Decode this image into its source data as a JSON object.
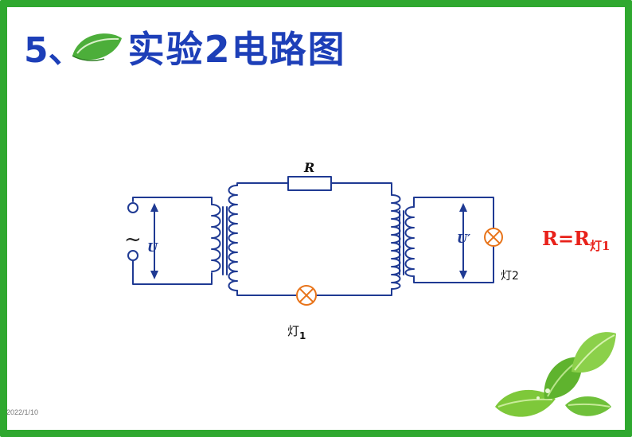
{
  "slide": {
    "title_number": "5、",
    "title_text": "实验2电路图",
    "date": "2022/1/10"
  },
  "circuit": {
    "resistor_label": "R",
    "source_symbol": "~",
    "primary_voltage_label": "U",
    "secondary_voltage_label": "U′",
    "lamp1_label": "灯",
    "lamp1_sub": "1",
    "lamp2_label": "灯2"
  },
  "formula": {
    "main": "R=R",
    "sub": "灯1"
  },
  "colors": {
    "frame": "#2fa82f",
    "title": "#1d3fb8",
    "wire": "#1f3a93",
    "lamp": "#e8741a",
    "formula": "#e8211a"
  }
}
